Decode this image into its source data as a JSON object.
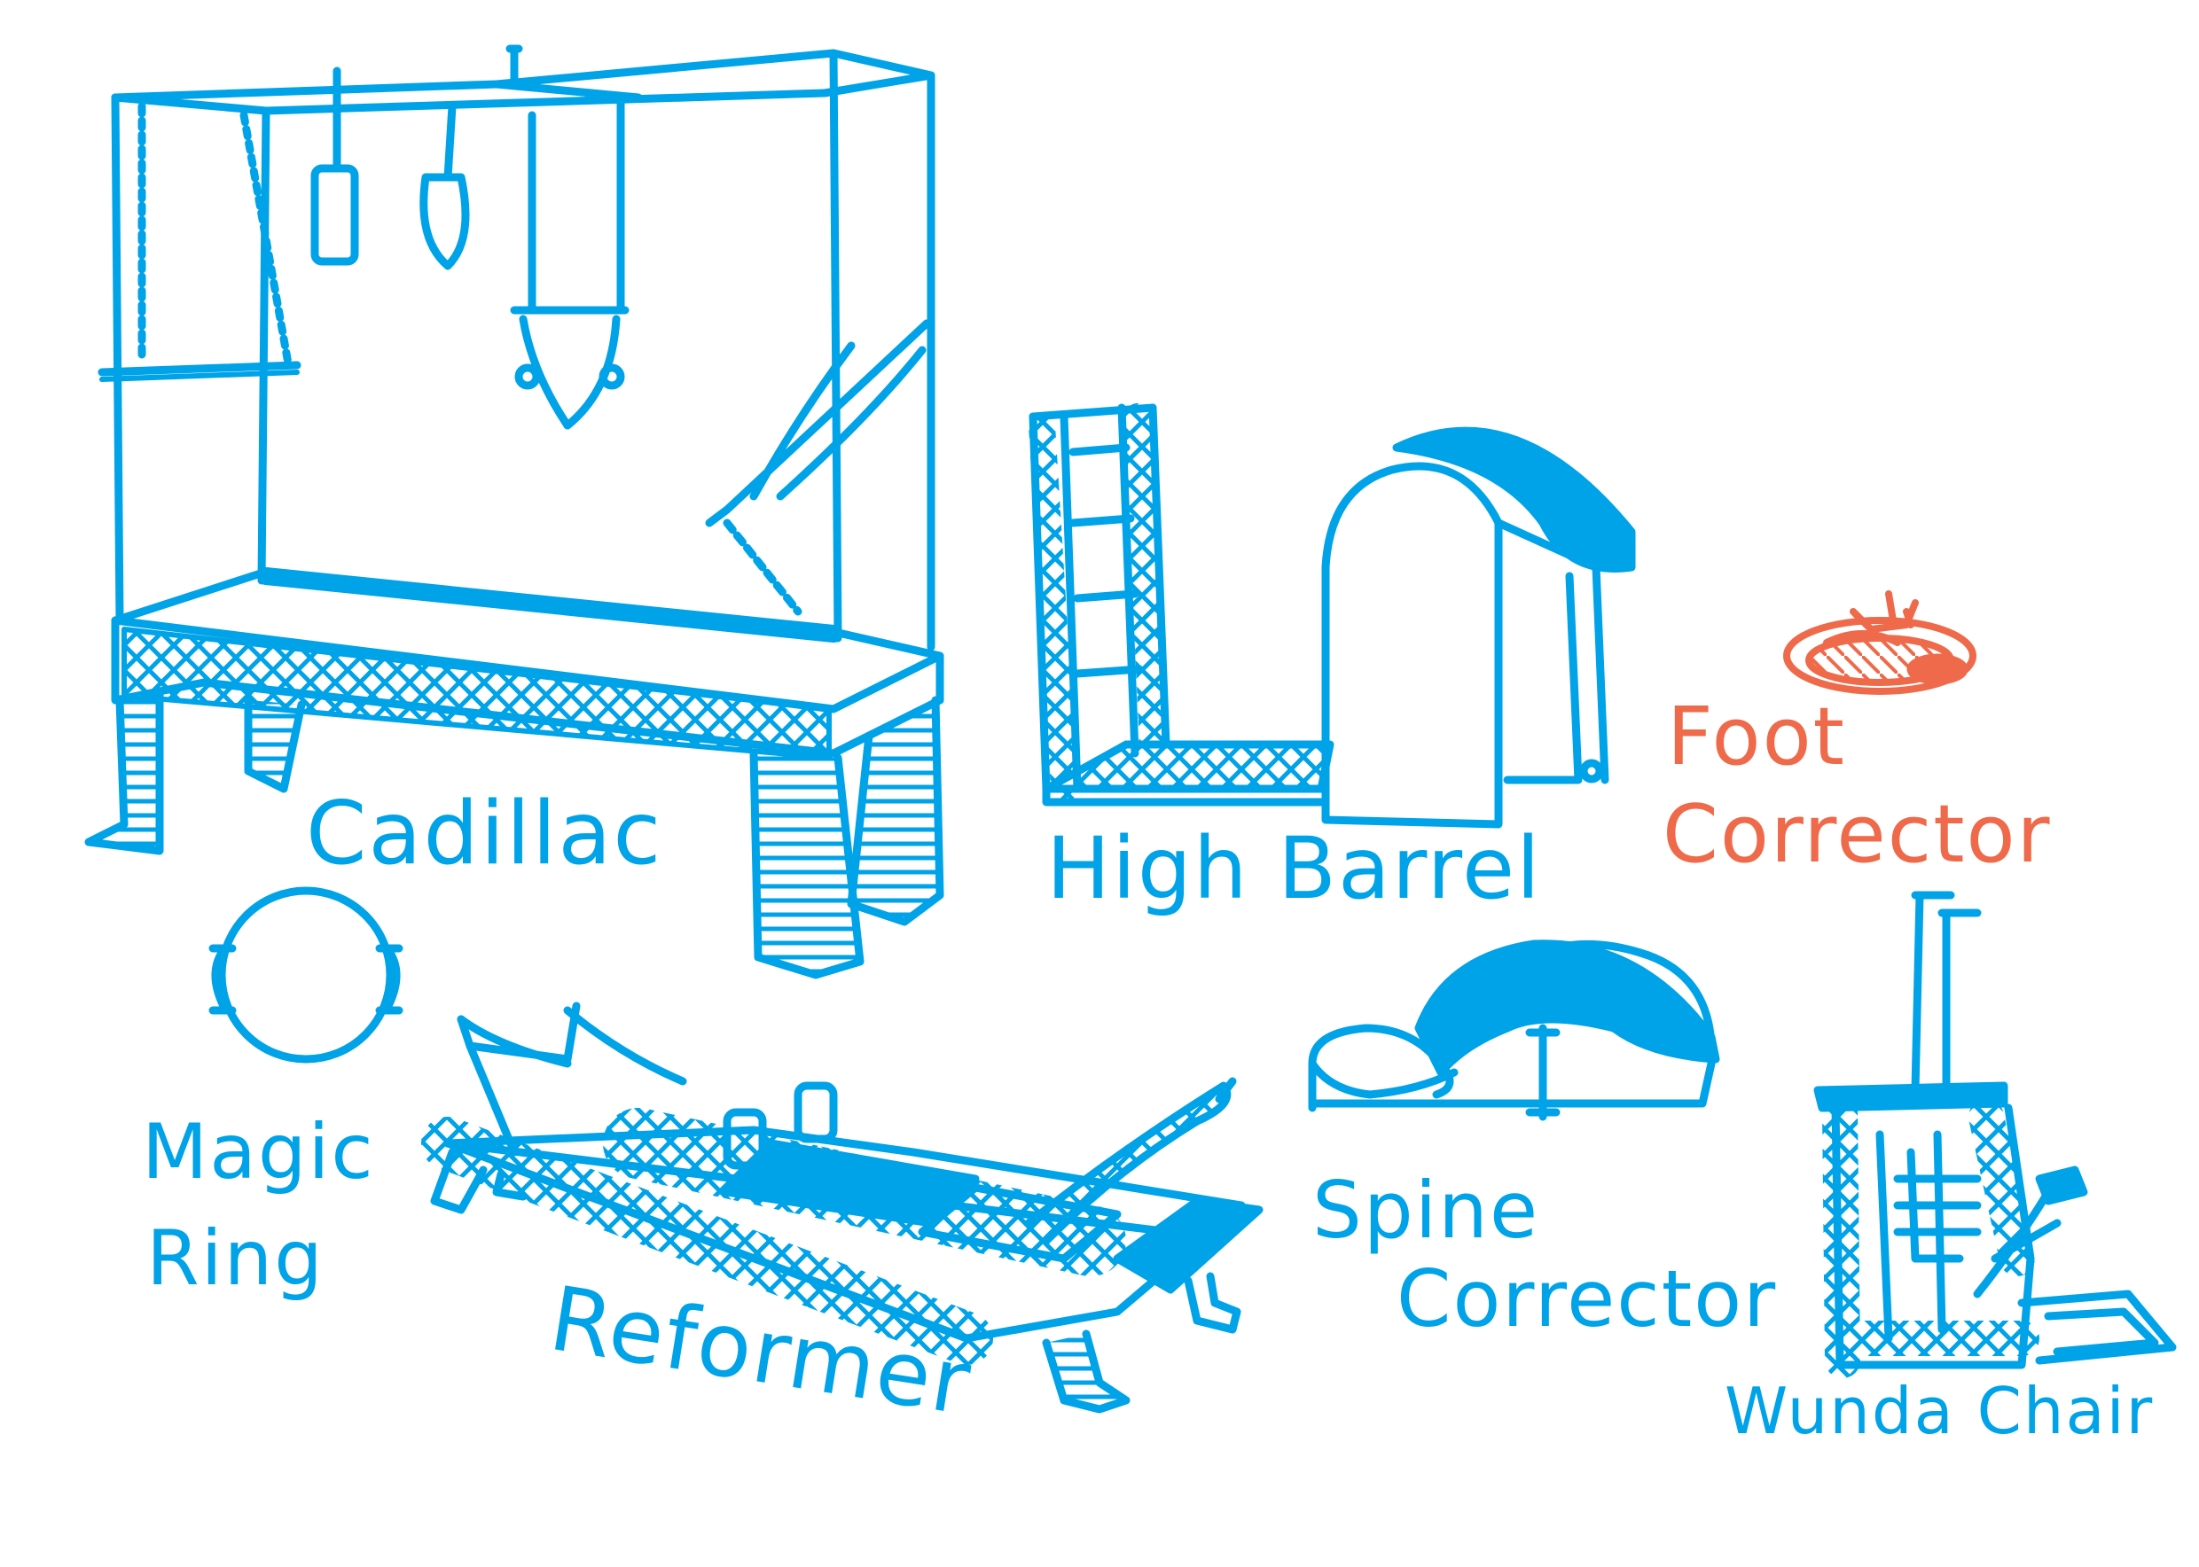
{
  "colors": {
    "equipment_stroke": "#00a2e8",
    "accent_stroke": "#ef6a4a",
    "background": "#ffffff"
  },
  "labels": {
    "cadillac": "Cadillac",
    "high_barrel": "High Barrel",
    "foot_corrector_line1": "Foot",
    "foot_corrector_line2": "Corrector",
    "magic_ring_line1": "Magic",
    "magic_ring_line2": "Ring",
    "reformer": "Reformer",
    "spine_corrector_line1": "Spine",
    "spine_corrector_line2": "Corrector",
    "wunda_chair": "Wunda Chair"
  }
}
